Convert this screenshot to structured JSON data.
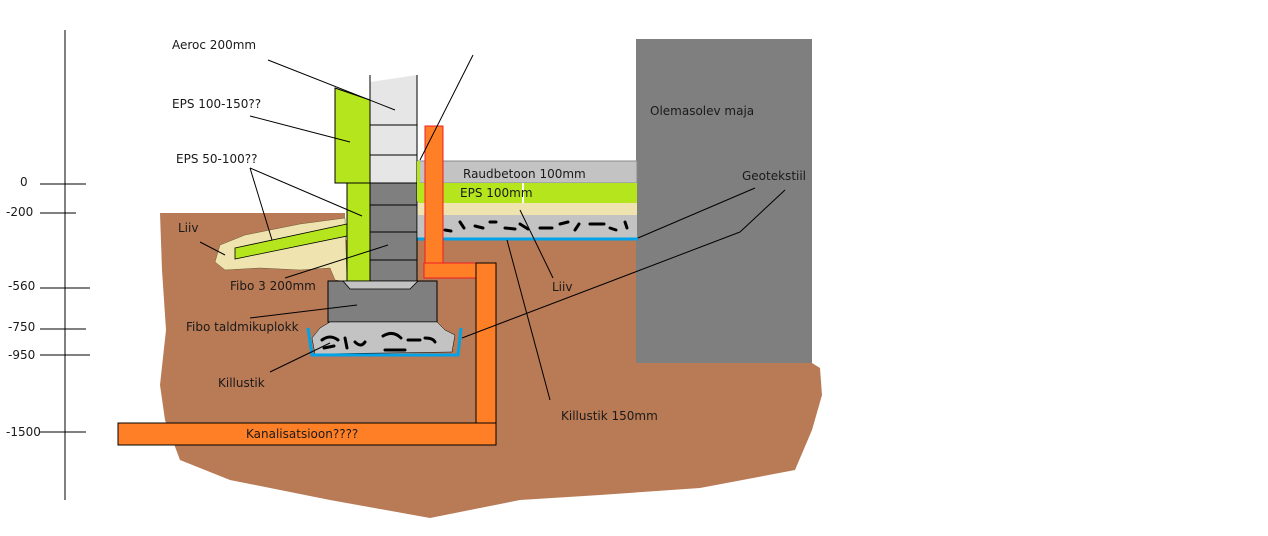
{
  "scale": {
    "ticks": [
      "0",
      "-200",
      "-560",
      "-750",
      "-950",
      "-1500"
    ]
  },
  "labels": {
    "aeroc": "Aeroc 200mm",
    "eps_upper": "EPS 100-150??",
    "eps_lower": "EPS 50-100??",
    "liiv_left": "Liiv",
    "fibo3": "Fibo 3 200mm",
    "fibo_footing": "Fibo taldmikuplokk",
    "killustik": "Killustik",
    "kanalisatsioon": "Kanalisatsioon????",
    "raudbetoon": "Raudbetoon 100mm",
    "eps_floor": "EPS 100mm",
    "liiv_floor": "Liiv",
    "killustik_floor": "Killustik 150mm",
    "house": "Olemasolev maja",
    "geotekstiil": "Geotekstiil"
  },
  "colors": {
    "soil": "#b97a56",
    "eps": "#b5e61d",
    "pipe": "#ff7f27",
    "block": "#7f7f7f",
    "aeroc": "#e6e6e6",
    "concrete": "#c3c3c3",
    "sand": "#efe4b0",
    "geotextile": "#00a2e8"
  }
}
